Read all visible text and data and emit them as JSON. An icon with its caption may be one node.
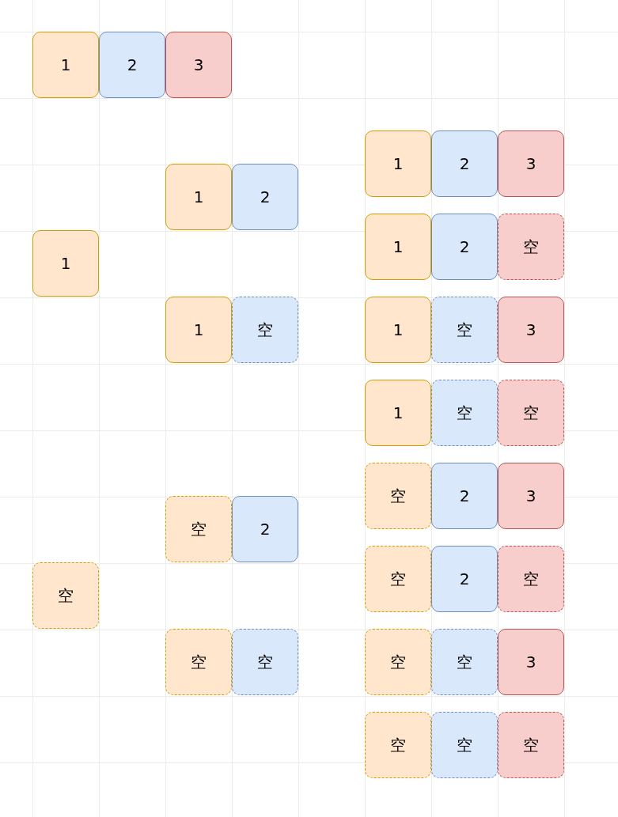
{
  "diagram": {
    "nodes": [
      {
        "text": [
          "1"
        ]
      },
      {
        "text": [
          "2"
        ]
      },
      {
        "text": [
          "3"
        ]
      },
      {
        "text": [
          "1"
        ]
      },
      {
        "text": [
          "2"
        ]
      },
      {
        "text": [
          "3"
        ]
      },
      {
        "text": [
          "1"
        ]
      },
      {
        "text": [
          "2"
        ]
      },
      {
        "text": [
          "1"
        ]
      },
      {
        "text": [
          "2"
        ]
      },
      {
        "text": [
          "空"
        ]
      },
      {
        "text": [
          "1"
        ]
      },
      {
        "text": [
          "1"
        ]
      },
      {
        "text": [
          "空"
        ]
      },
      {
        "text": [
          "1"
        ]
      },
      {
        "text": [
          "空"
        ]
      },
      {
        "text": [
          "3"
        ]
      },
      {
        "text": [
          "1"
        ]
      },
      {
        "text": [
          "空"
        ]
      },
      {
        "text": [
          "空"
        ]
      },
      {
        "text": [
          "空"
        ]
      },
      {
        "text": [
          "2"
        ]
      },
      {
        "text": [
          "3"
        ]
      },
      {
        "text": [
          "空"
        ]
      },
      {
        "text": [
          "2"
        ]
      },
      {
        "text": [
          "空"
        ]
      },
      {
        "text": [
          "2"
        ]
      },
      {
        "text": [
          "空"
        ]
      },
      {
        "text": [
          "空"
        ]
      },
      {
        "text": [
          "空"
        ]
      },
      {
        "text": [
          "空"
        ]
      },
      {
        "text": [
          "空"
        ]
      },
      {
        "text": [
          "空"
        ]
      },
      {
        "text": [
          "3"
        ]
      },
      {
        "text": [
          "空"
        ]
      },
      {
        "text": [
          "空"
        ]
      },
      {
        "text": [
          "空"
        ]
      }
    ]
  }
}
